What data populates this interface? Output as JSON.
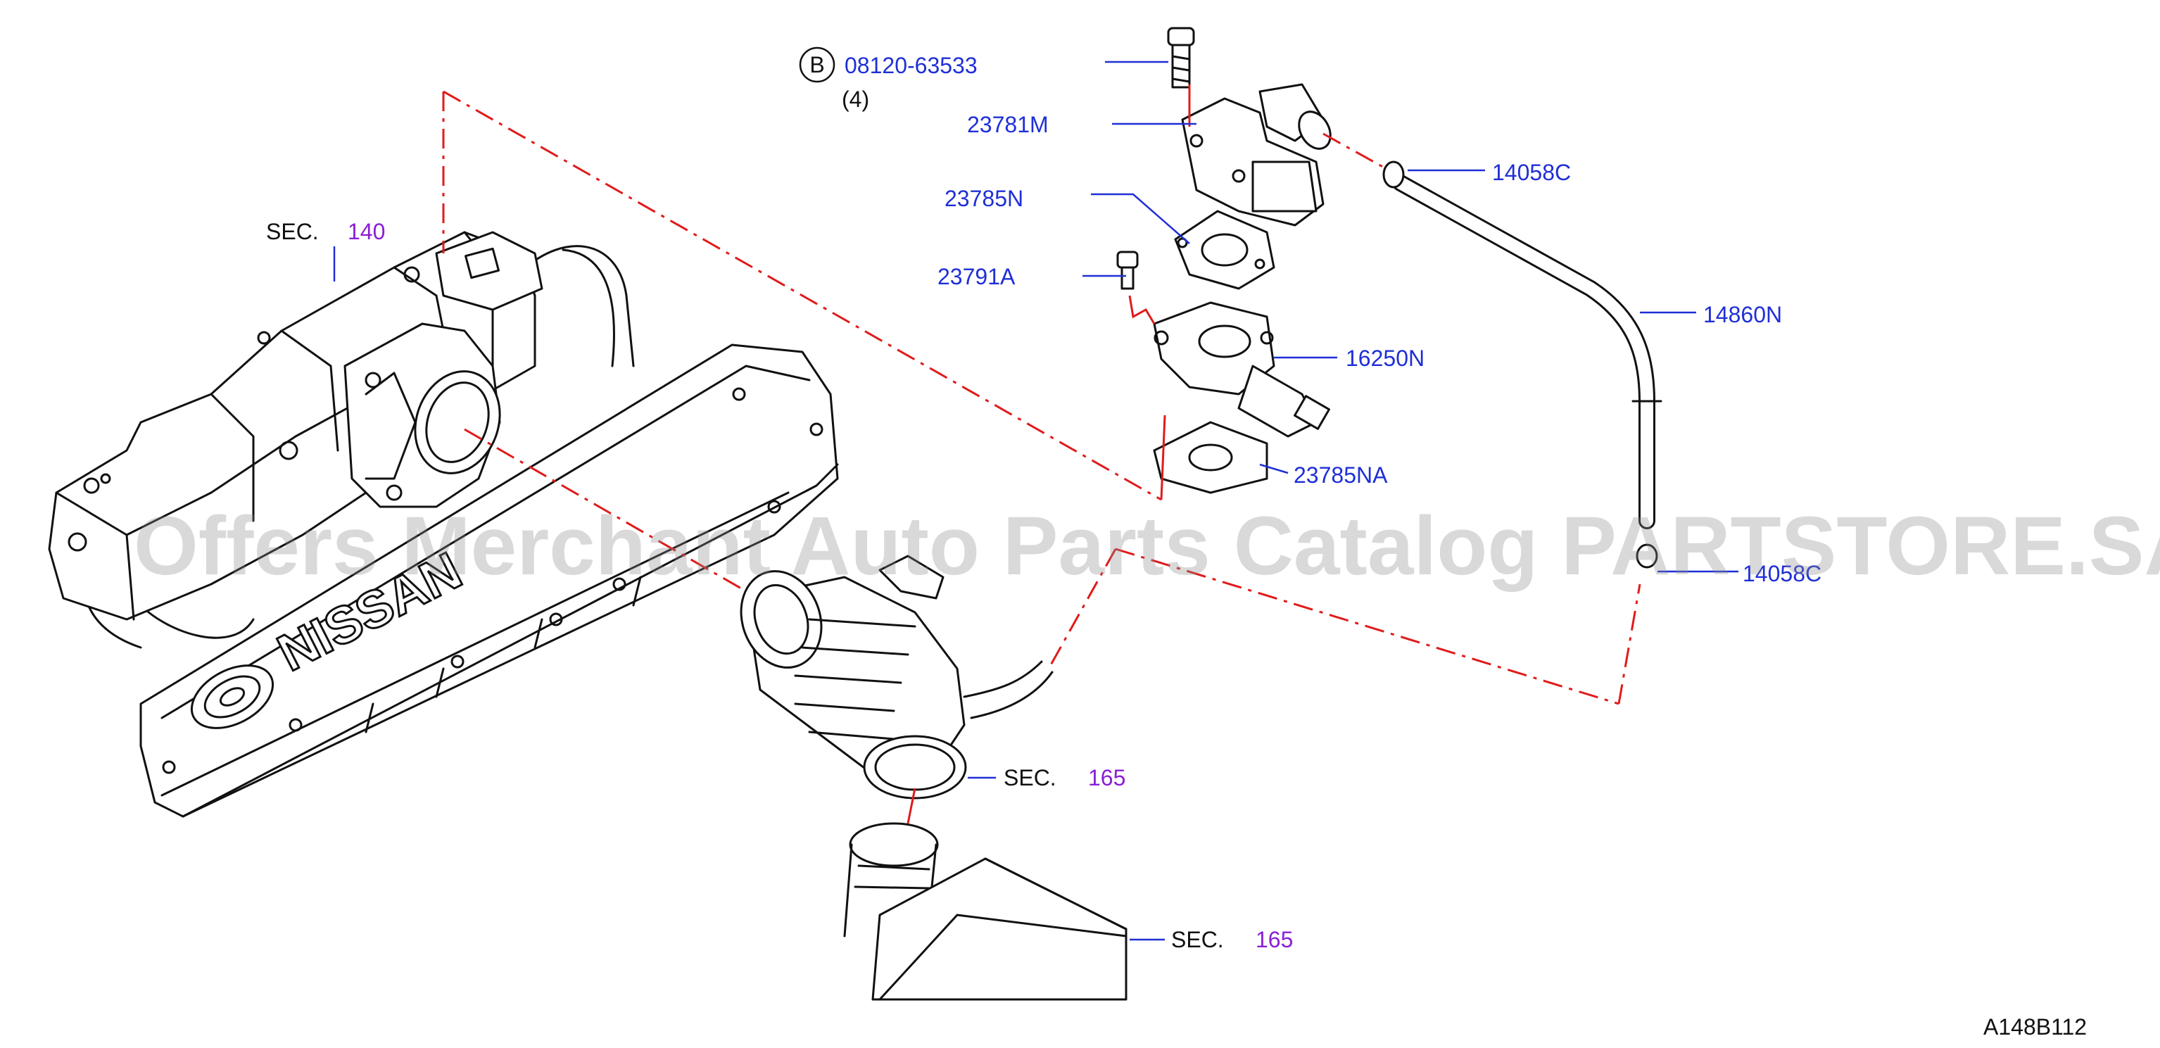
{
  "callouts": {
    "bolt_circle_letter": "B",
    "bolt_pn": "08120-63533",
    "bolt_qty": "(4)",
    "p23781M": "23781M",
    "p23785N": "23785N",
    "p23791A": "23791A",
    "p16250N": "16250N",
    "p23785NA": "23785NA",
    "p14058C_top": "14058C",
    "p14860N": "14860N",
    "p14058C_bottom": "14058C",
    "sec_label": "SEC.",
    "sec_140": "140",
    "sec_165_a": "165",
    "sec_165_b": "165"
  },
  "diagram_code": "A148B112",
  "watermark": "Offers Merchant Auto Parts Catalog PARTSTORE.SA",
  "engine_logo": "NISSAN",
  "colors": {
    "part_number": "#1f2fd6",
    "section_number": "#8a1fd6",
    "connector_dash": "#e01b1b",
    "line_art": "#111111"
  }
}
